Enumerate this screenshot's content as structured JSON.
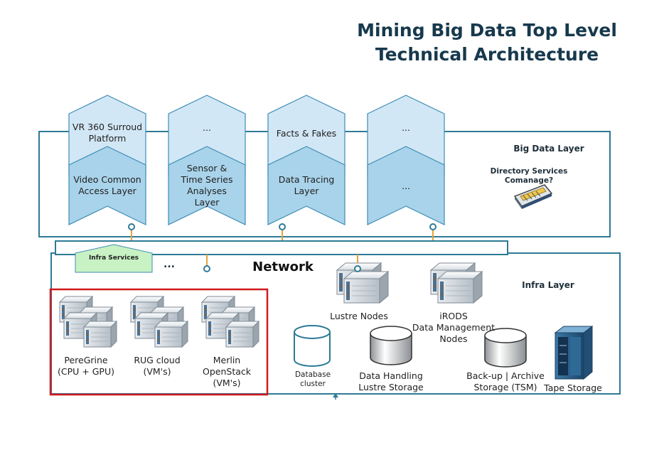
{
  "title": {
    "line1": "Mining Big Data Top Level",
    "line2": "Technical Architecture"
  },
  "big_data_layer": {
    "label": "Big Data Layer",
    "directory_services": {
      "line1": "Directory Services",
      "line2": "Comanage?"
    },
    "chevrons": [
      {
        "top": [
          "VR 360 Surroud",
          "Platform"
        ],
        "bottom": [
          "Video Common",
          "Access Layer"
        ]
      },
      {
        "top": [
          "..."
        ],
        "bottom": [
          "Sensor &",
          "Time Series",
          "Analyses",
          "Layer"
        ]
      },
      {
        "top": [
          "Facts & Fakes"
        ],
        "bottom": [
          "Data Tracing",
          "Layer"
        ]
      },
      {
        "top": [
          "..."
        ],
        "bottom": [
          "..."
        ]
      }
    ]
  },
  "network": {
    "label": "Network",
    "infra_services": "Infra Services",
    "ellipsis": "..."
  },
  "infra_layer": {
    "label": "Infra Layer",
    "compute": [
      {
        "lines": [
          "PereGrine",
          "(CPU + GPU)"
        ]
      },
      {
        "lines": [
          "RUG cloud",
          "(VM's)"
        ]
      },
      {
        "lines": [
          "Merlin",
          "OpenStack",
          "(VM's)"
        ]
      }
    ],
    "lustre_nodes": "Lustre Nodes",
    "irods": {
      "line1": "iRODS",
      "line2": "Data Management",
      "line3": "Nodes"
    },
    "database": {
      "line1": "Database",
      "line2": "cluster"
    },
    "data_handling": {
      "line1": "Data Handling",
      "line2": "Lustre Storage"
    },
    "backup": {
      "line1": "Back-up | Archive",
      "line2": "Storage (TSM)"
    },
    "tape": "Tape Storage"
  },
  "colors": {
    "frame": "#2e7a96",
    "chevron_top": "#d2e7f5",
    "chevron_bottom": "#a9d3ea",
    "infra_services": "#c8f2c4",
    "highlight": "#d0191e",
    "connector": "#e3a33a",
    "title": "#17394d"
  }
}
